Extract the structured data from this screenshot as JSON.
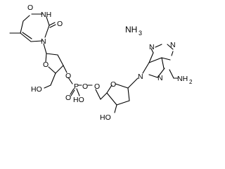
{
  "molecule": {
    "atom_labels": {
      "o_top": "O",
      "nh": "NH",
      "o_right": "O",
      "n1": "N",
      "o_ring1": "O",
      "o_link1": "O",
      "p": "P",
      "o_double": "O",
      "o_link2": "O",
      "ho_p": "HO",
      "ho_primary": "HO",
      "o_5prime": "O",
      "o_ring2": "O",
      "n9": "N",
      "n_a1": "N",
      "n_a3": "N",
      "n_a7": "N",
      "nh2": "NH",
      "nh2_sub": "2",
      "ho_3prime": "HO"
    },
    "counterion": {
      "label": "NH",
      "subscript": "3"
    },
    "colors": {
      "heteroatom": "#2b2bd6",
      "bond": "#000000"
    }
  }
}
